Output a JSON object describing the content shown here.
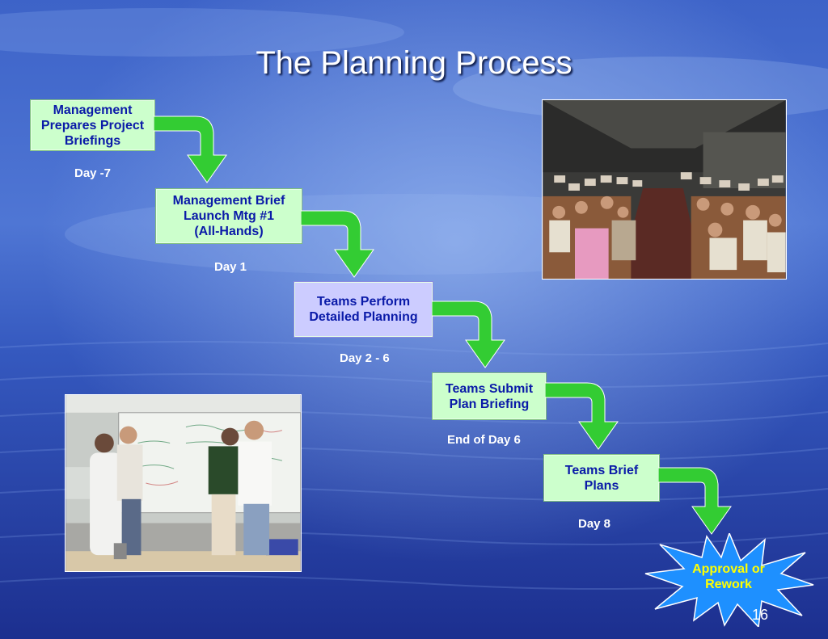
{
  "slide": {
    "title": "The Planning Process",
    "slide_number": "16"
  },
  "steps": [
    {
      "label": "Management\nPrepares Project\nBriefings",
      "day": "Day -7"
    },
    {
      "label": "Management Brief\nLaunch Mtg #1\n(All-Hands)",
      "day": "Day 1"
    },
    {
      "label": "Teams Perform\nDetailed Planning",
      "day": "Day 2 - 6"
    },
    {
      "label": "Teams Submit\nPlan Briefing",
      "day": "End of Day 6"
    },
    {
      "label": "Teams Brief\nPlans",
      "day": "Day 8"
    }
  ],
  "outcome": {
    "label": "Approval or\nRework"
  },
  "colors": {
    "box_green": "#ccffcc",
    "box_lavender": "#ccccff",
    "arrow_green": "#33cc33",
    "text_blue": "#0a1aa8",
    "star_blue": "#1e90ff",
    "star_text": "#ffff00"
  }
}
